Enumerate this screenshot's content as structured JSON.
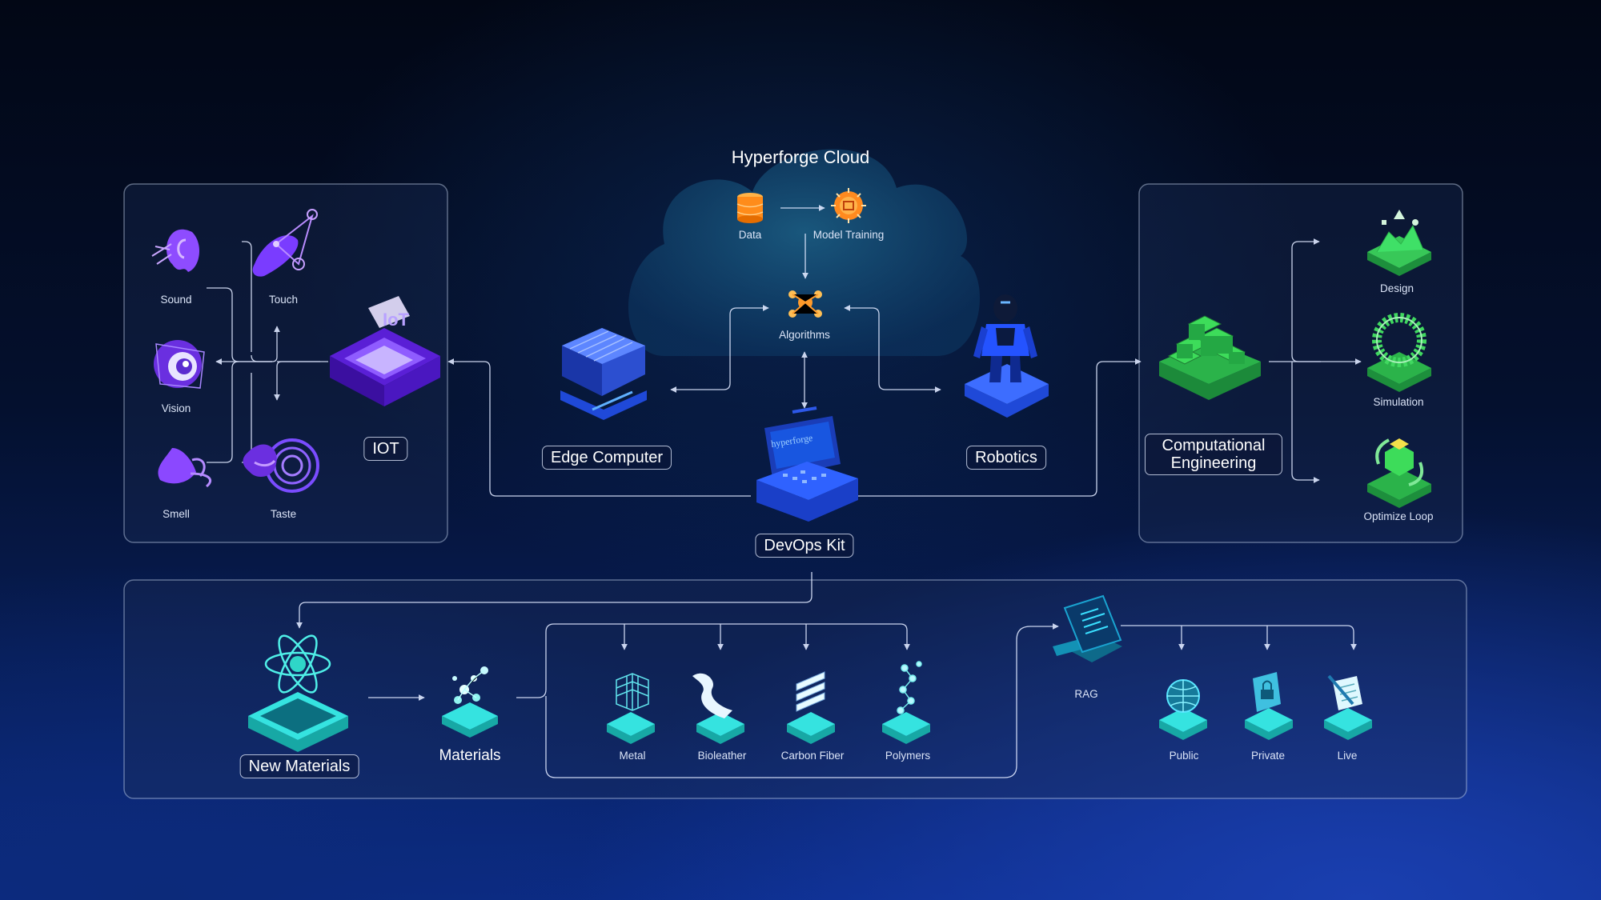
{
  "cloud": {
    "title": "Hyperforge Cloud",
    "data": "Data",
    "model_training": "Model Training",
    "algorithms": "Algorithms"
  },
  "iot_panel": {
    "sound": "Sound",
    "touch": "Touch",
    "vision": "Vision",
    "smell": "Smell",
    "taste": "Taste",
    "iot": "IOT"
  },
  "center": {
    "edge_computer": "Edge Computer",
    "robotics": "Robotics",
    "devops_kit": "DevOps Kit",
    "kit_screen": "hyperforge"
  },
  "compute_panel": {
    "computational_engineering": "Computational Engineering",
    "design": "Design",
    "simulation": "Simulation",
    "optimize_loop": "Optimize Loop"
  },
  "materials_panel": {
    "new_materials": "New Materials",
    "materials": "Materials",
    "metal": "Metal",
    "bioleather": "Bioleather",
    "carbon_fiber": "Carbon Fiber",
    "polymers": "Polymers",
    "rag": "RAG",
    "public": "Public",
    "private": "Private",
    "live": "Live"
  },
  "colors": {
    "background_top": "#020715",
    "background_bottom": "#0b2c8a",
    "iot_purple": "#7a3cff",
    "edge_blue": "#2f6bff",
    "compute_green": "#3ddc5a",
    "materials_cyan": "#35e3e0",
    "cloud_orange": "#ff9a2a",
    "panel_border": "#c8d7f0"
  }
}
